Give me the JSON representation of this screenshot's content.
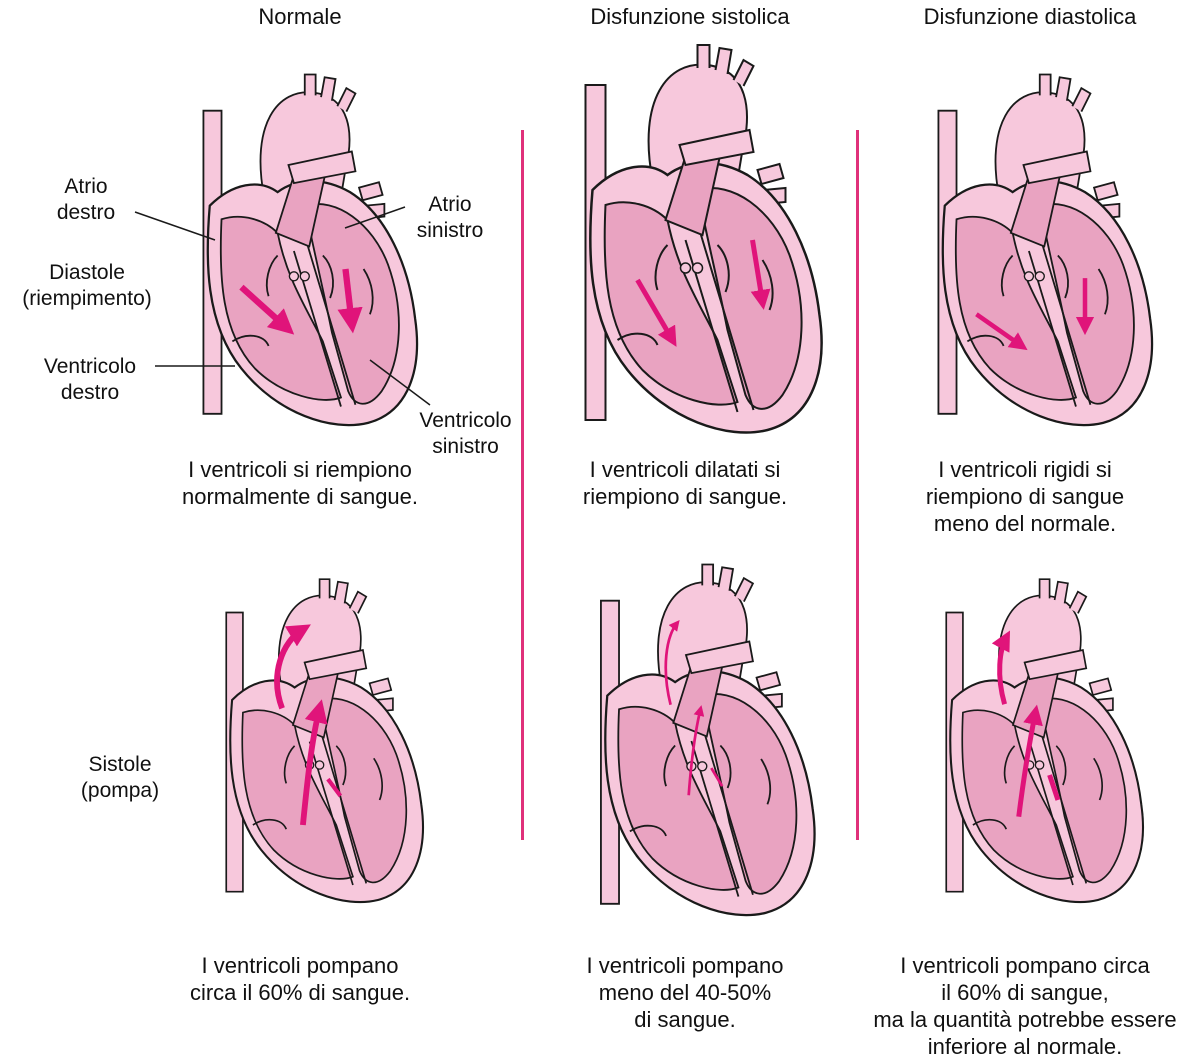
{
  "columns": [
    {
      "title": "Normale",
      "diastole_caption": [
        "I ventricoli si riempiono",
        "normalmente di sangue."
      ],
      "systole_caption": [
        "I ventricoli pompano",
        "circa il 60% di sangue."
      ]
    },
    {
      "title": "Disfunzione sistolica",
      "diastole_caption": [
        "I ventricoli dilatati si",
        "riempiono di sangue."
      ],
      "systole_caption": [
        "I ventricoli pompano",
        "meno del 40-50%",
        "di sangue."
      ]
    },
    {
      "title": "Disfunzione diastolica",
      "diastole_caption": [
        "I ventricoli rigidi si",
        "riempiono di sangue",
        "meno del normale."
      ],
      "systole_caption": [
        "I ventricoli pompano circa",
        "il 60% di sangue,",
        "ma la quantità potrebbe essere",
        "inferiore al normale."
      ]
    }
  ],
  "labels": {
    "atrio_destro": [
      "Atrio",
      "destro"
    ],
    "atrio_sinistro": [
      "Atrio",
      "sinistro"
    ],
    "diastole": [
      "Diastole",
      "(riempimento)"
    ],
    "ventricolo_destro": [
      "Ventricolo",
      "destro"
    ],
    "ventricolo_sinistro": [
      "Ventricolo",
      "sinistro"
    ],
    "sistole": [
      "Sistole",
      "(pompa)"
    ]
  },
  "colors": {
    "heart_fill": "#f7c8dc",
    "chamber_fill": "#e9a3c1",
    "outline": "#1a1a1a",
    "arrow": "#e0147a",
    "divider": "#e0317a"
  }
}
